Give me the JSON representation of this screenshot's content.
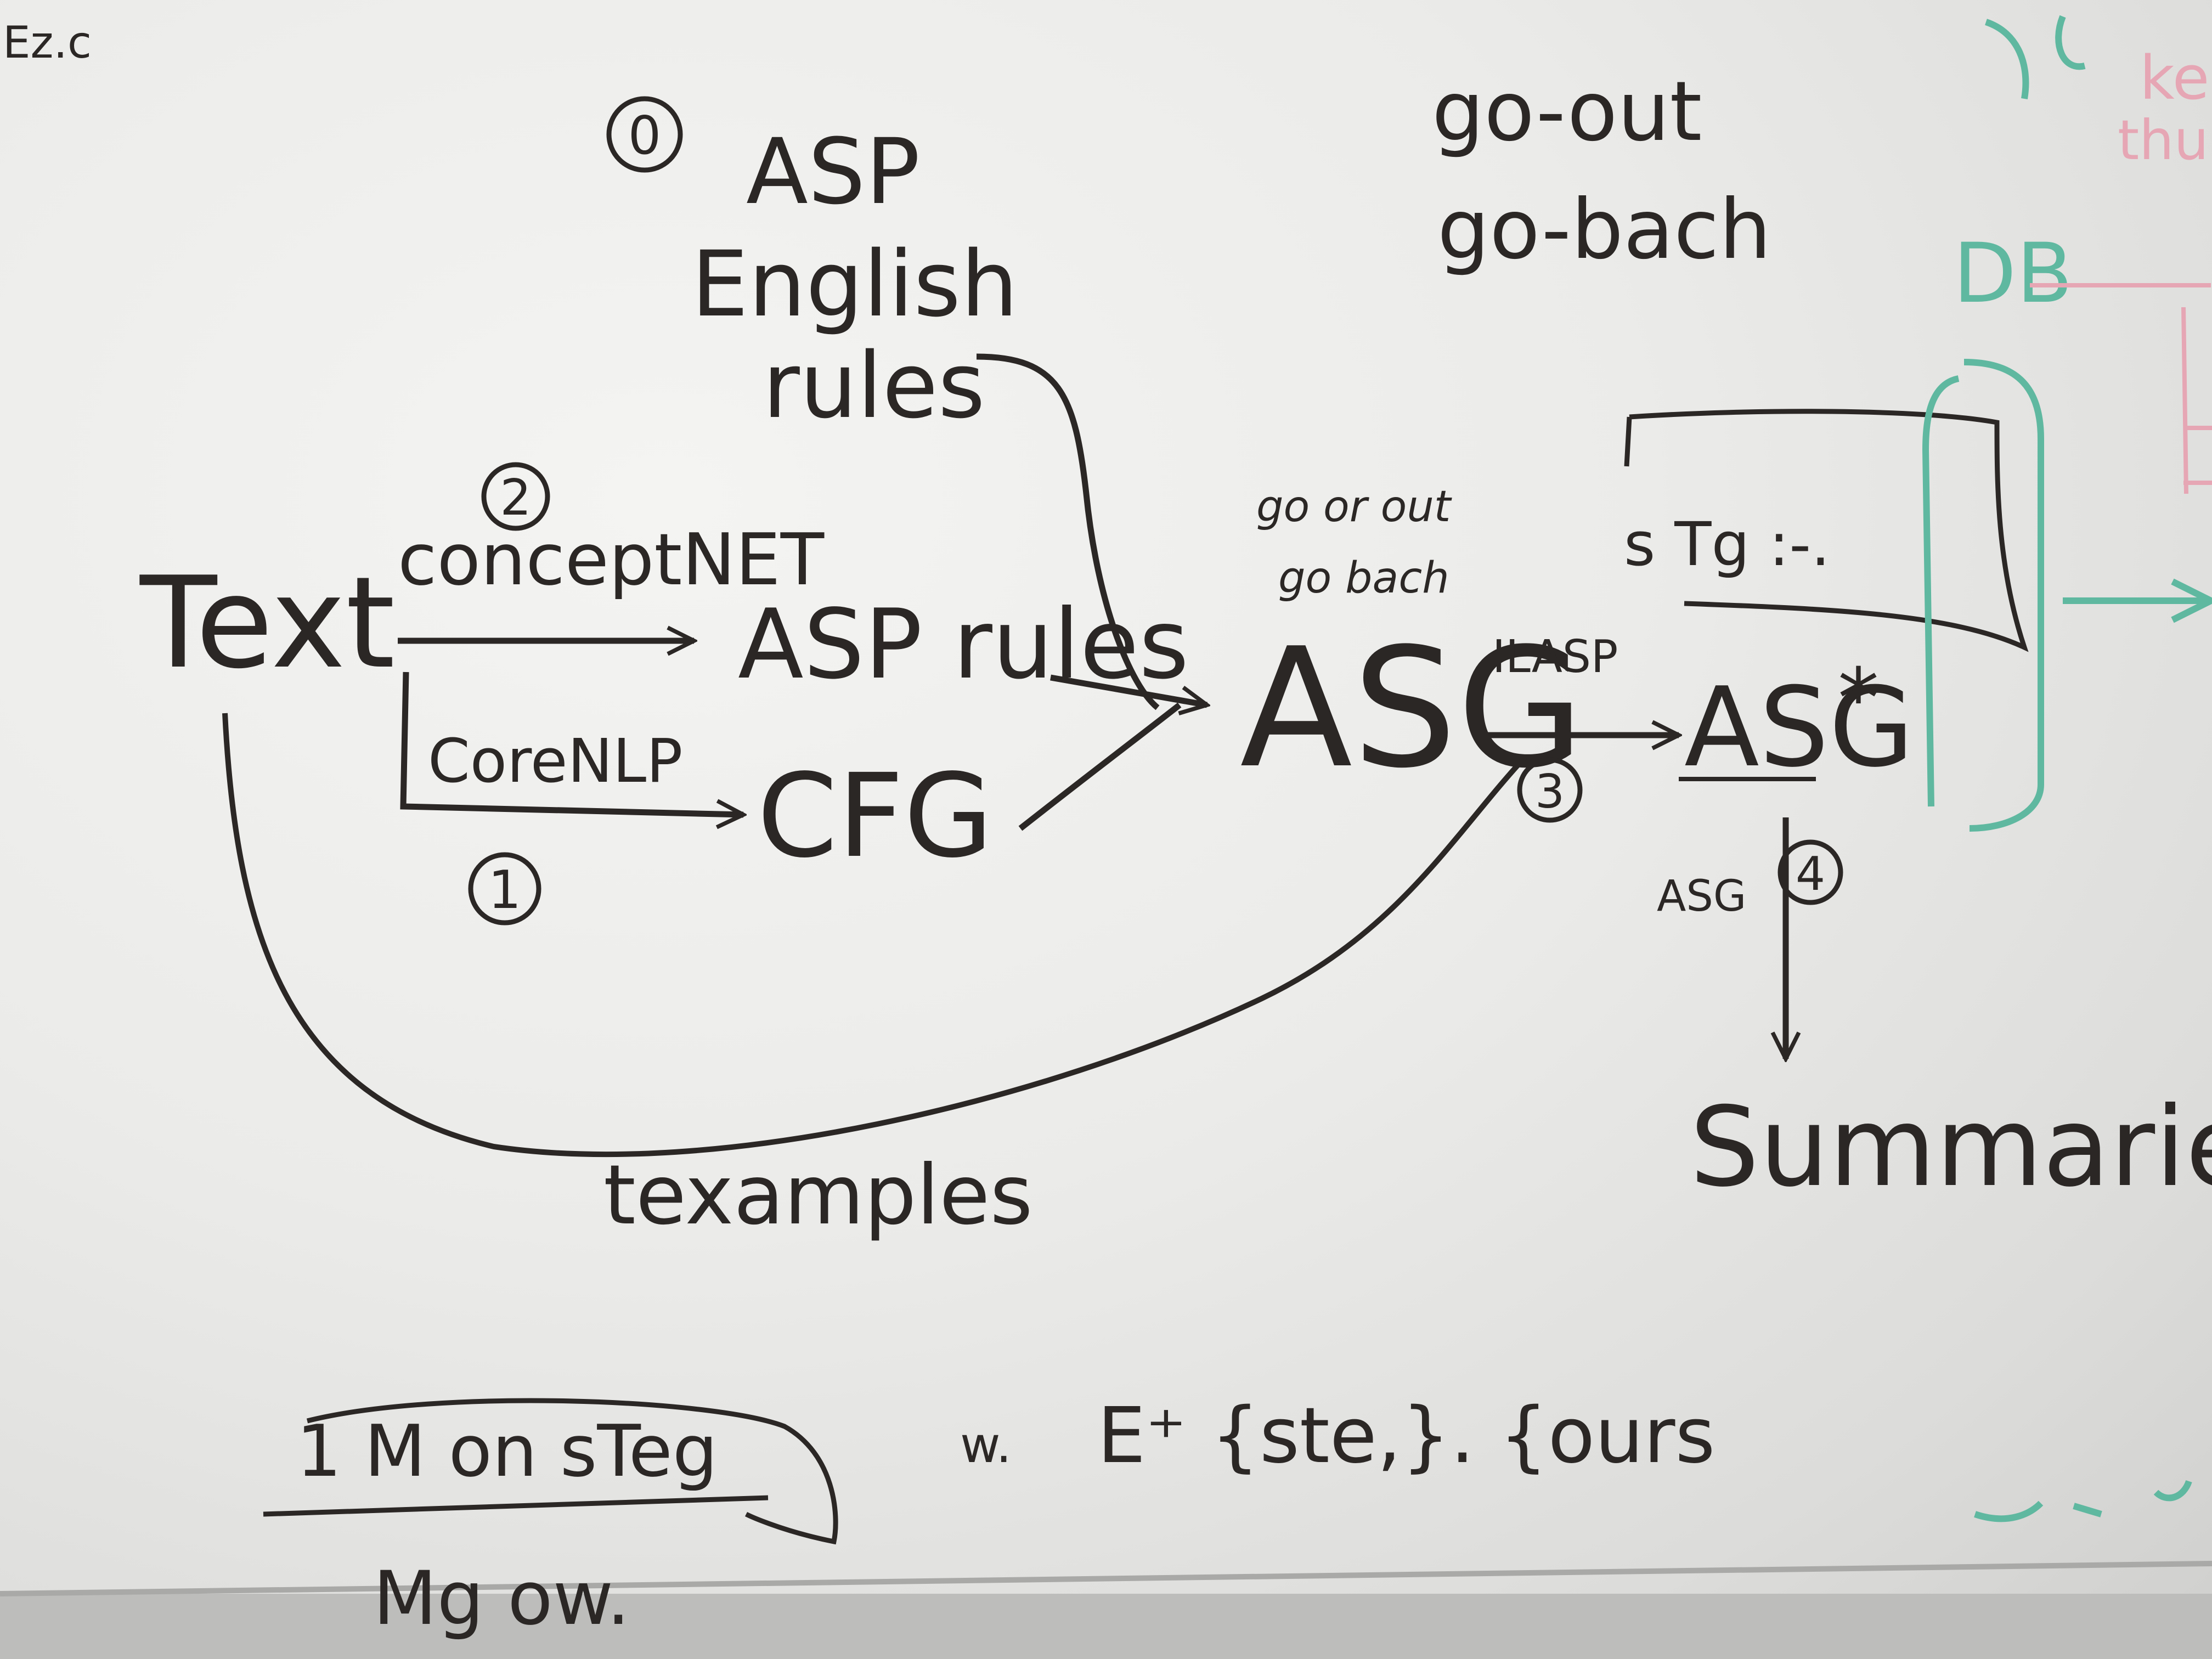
{
  "nodes": {
    "text": "Text",
    "asp_rules": "ASP rules",
    "cfg": "CFG",
    "asg": "ASG",
    "asg_star": "ASG",
    "asg_star_mark": "*",
    "summaries": "Summaries",
    "asp_english_rules": [
      "ASP",
      "English",
      "rules"
    ]
  },
  "edges": {
    "conceptnet": "conceptNET",
    "corenlp": "CoreNLP",
    "ilasp": "ILASP",
    "asg_down": "ASG",
    "texamples": "texamples"
  },
  "step_numbers": [
    "0",
    "1",
    "2",
    "3",
    "4"
  ],
  "notes": {
    "go_out": "go-out",
    "go_back": "go-bach",
    "goal_scribble_1": "go or out",
    "goal_scribble_2": "go bach",
    "box_content": "s Tg :-.",
    "fraction_top": "1 M on sTeg",
    "fraction_bottom": "Mg ow.",
    "bottom_formula_w": "w.",
    "bottom_formula": "E⁺ {ste,}. {ours"
  },
  "margin": {
    "left_corner": "Ez.c",
    "right_db": "DB",
    "right_top_scrawl": "ke",
    "right_top_scrawl_2": "thu"
  },
  "colors": {
    "ink": "#2b2725",
    "teal_marker": "#5fb8a0",
    "pink_marker": "#e6a6b4",
    "board": "#ebebe9"
  }
}
